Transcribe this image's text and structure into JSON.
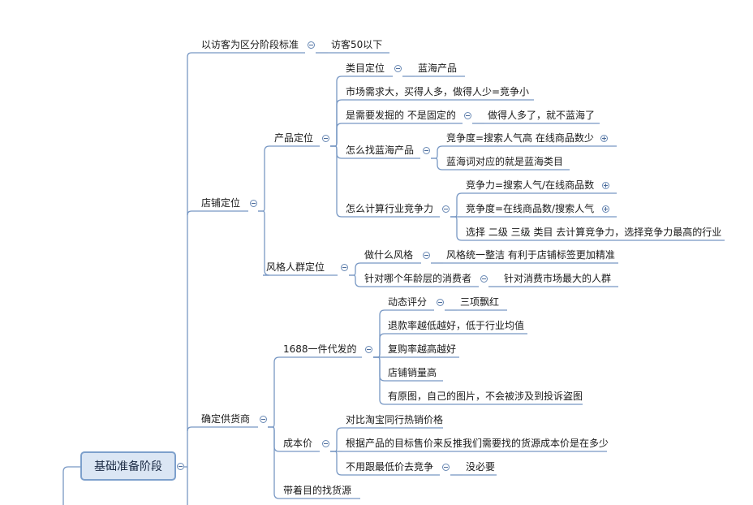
{
  "root": {
    "label": "基础准备阶段"
  },
  "nodes": {
    "n1": "以访客为区分阶段标准",
    "n1a": "访客50以下",
    "n2": "店铺定位",
    "n2a": "产品定位",
    "n2a1": "类目定位",
    "n2a1a": "蓝海产品",
    "n2a2": "市场需求大，买得人多，做得人少=竞争小",
    "n2a3": "是需要发掘的 不是固定的",
    "n2a3a": "做得人多了，就不蓝海了",
    "n2a4": "怎么找蓝海产品",
    "n2a4a": "竞争度=搜索人气高 在线商品数少",
    "n2a4b": "蓝海词对应的就是蓝海类目",
    "n2a5": "怎么计算行业竞争力",
    "n2a5a": "竞争力=搜索人气/在线商品数",
    "n2a5b": "竞争度=在线商品数/搜索人气",
    "n2a5c": "选择 二级 三级 类目 去计算竞争力，选择竞争力最高的行业",
    "n2b": "风格人群定位",
    "n2b1": "做什么风格",
    "n2b1a": "风格统一整洁 有利于店铺标签更加精准",
    "n2b2": "针对哪个年龄层的消费者",
    "n2b2a": "针对消费市场最大的人群",
    "n3": "确定供货商",
    "n3a": "1688一件代发的",
    "n3a1": "动态评分",
    "n3a1a": "三项飘红",
    "n3a2": "退款率越低越好，低于行业均值",
    "n3a3": "复购率越高越好",
    "n3a4": "店铺销量高",
    "n3a5": "有原图，自己的图片，不会被涉及到投诉盗图",
    "n3b": "成本价",
    "n3b1": "对比淘宝同行热销价格",
    "n3b2": "根据产品的目标售价来反推我们需要找的货源成本价是在多少",
    "n3b3": "不用跟最低价去竞争",
    "n3b3a": "没必要",
    "n3c": "带着目的找货源"
  },
  "colors": {
    "line": "#7898c4",
    "root_fill": "#dbe6f4",
    "root_border": "#7da0cc"
  }
}
